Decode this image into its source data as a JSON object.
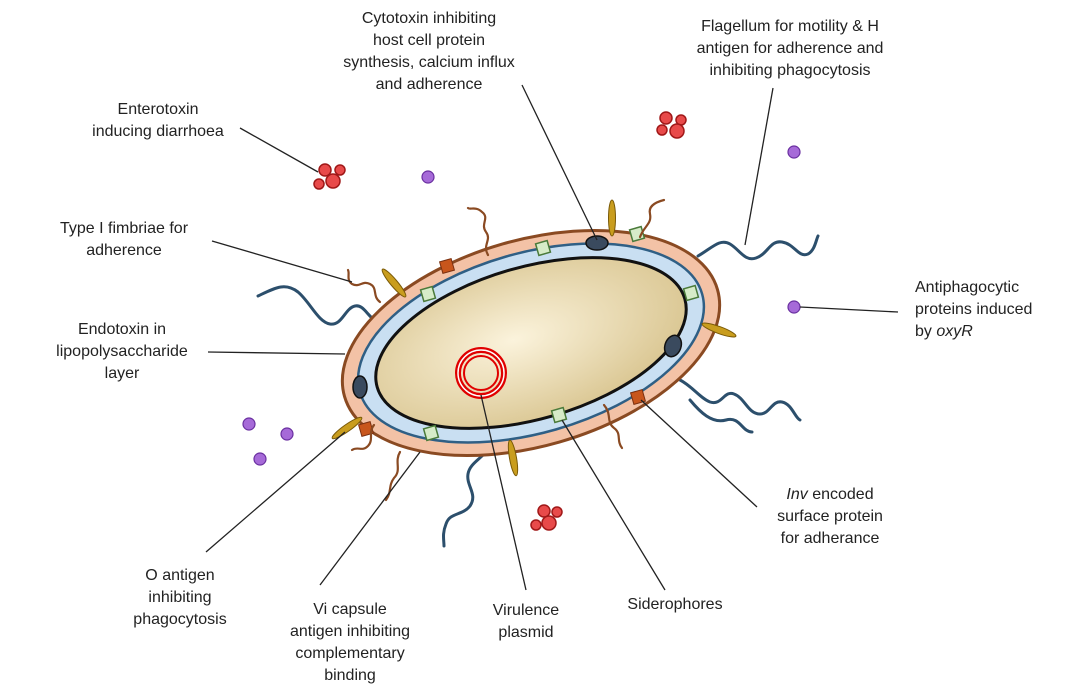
{
  "labels": {
    "cytotoxin": [
      "Cytotoxin inhibiting",
      "host cell protein",
      "synthesis, calcium influx",
      "and adherence"
    ],
    "flagellum": [
      "Flagellum for motility & H",
      "antigen for adherence and",
      "inhibiting phagocytosis"
    ],
    "enterotoxin": [
      "Enterotoxin",
      "inducing diarrhoea"
    ],
    "fimbriae": [
      "Type I fimbriae for",
      "adherence"
    ],
    "endotoxin": [
      "Endotoxin in",
      "lipopolysaccharide",
      "layer"
    ],
    "antiphagocytic": {
      "line1": "Antiphagocytic",
      "line2": "proteins induced",
      "line3_prefix": "by ",
      "line3_italic": "oxyR"
    },
    "inv": {
      "line1_italic": "Inv",
      "line1_rest": " encoded",
      "line2": "surface protein",
      "line3": "for adherance"
    },
    "o_antigen": [
      "O antigen",
      "inhibiting",
      "phagocytosis"
    ],
    "vi_capsule": [
      "Vi capsule",
      "antigen inhibiting",
      "complementary",
      "binding"
    ],
    "virulence": [
      "Virulence",
      "plasmid"
    ],
    "siderophores": [
      "Siderophores"
    ]
  },
  "colors": {
    "outer_membrane": "#f3c2a6",
    "outer_stroke": "#8a4a22",
    "periplasm": "#c9dff2",
    "periplasm_stroke": "#2f5f85",
    "cytoplasm": "#e9dcb0",
    "plasmid": "#e00000",
    "flagella": "#2c4f6c",
    "fimbriae": "#8a4a22",
    "enterotoxin": "#e84a4a",
    "antiphagocytic": "#a66ad8",
    "o_antigen": "#c99d1e",
    "inv_protein": "#c8561c",
    "siderophore": "#d6ebc8",
    "cytotoxin_granule": "#3a4a5e"
  }
}
